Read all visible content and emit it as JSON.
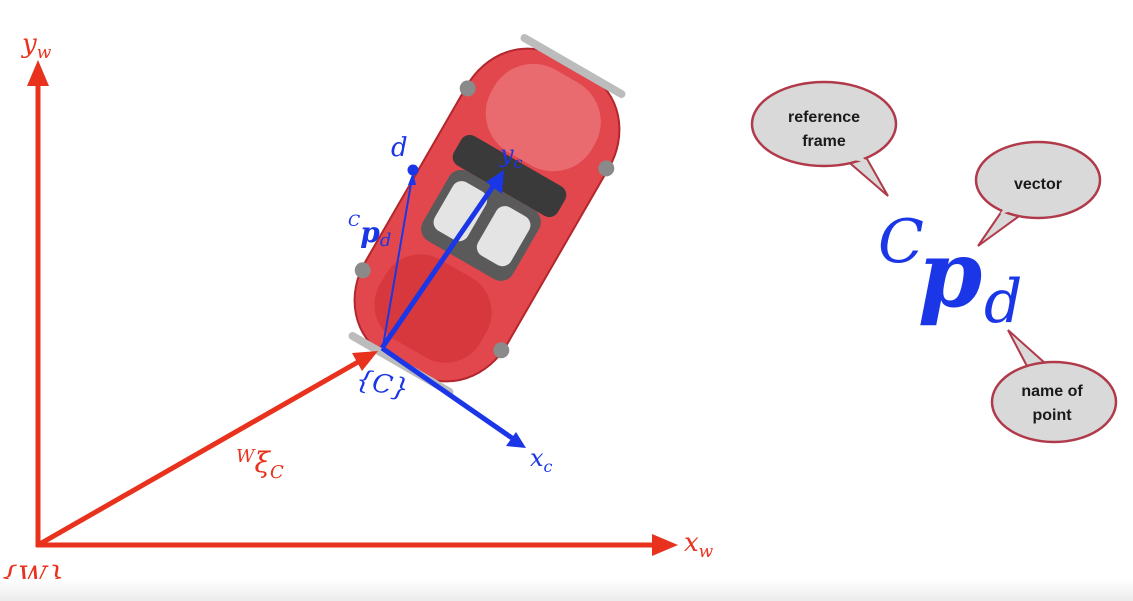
{
  "colors": {
    "world": "#e8321e",
    "camera": "#1a36e6",
    "bubble_fill": "#d9d9d9",
    "bubble_stroke": "#b03a4a",
    "car_body": "#e2474d"
  },
  "world_frame": {
    "origin_label": "{W}",
    "x_axis": {
      "base": "x",
      "sub": "w"
    },
    "y_axis": {
      "base": "y",
      "sub": "w"
    },
    "pose": {
      "pre": "W",
      "base": "ξ",
      "sub": "C"
    }
  },
  "camera_frame": {
    "origin_label": "{C}",
    "x_axis": {
      "base": "x",
      "sub": "c"
    },
    "y_axis": {
      "base": "y",
      "sub": "c"
    }
  },
  "point": {
    "label": "d"
  },
  "vector_small": {
    "pre": "C",
    "base": "p",
    "sub": "d"
  },
  "notation": {
    "pre": "C",
    "base": "p",
    "sub": "d",
    "callouts": [
      {
        "lines": [
          "reference",
          "frame"
        ]
      },
      {
        "lines": [
          "vector"
        ]
      },
      {
        "lines": [
          "name of",
          "point"
        ]
      }
    ]
  }
}
